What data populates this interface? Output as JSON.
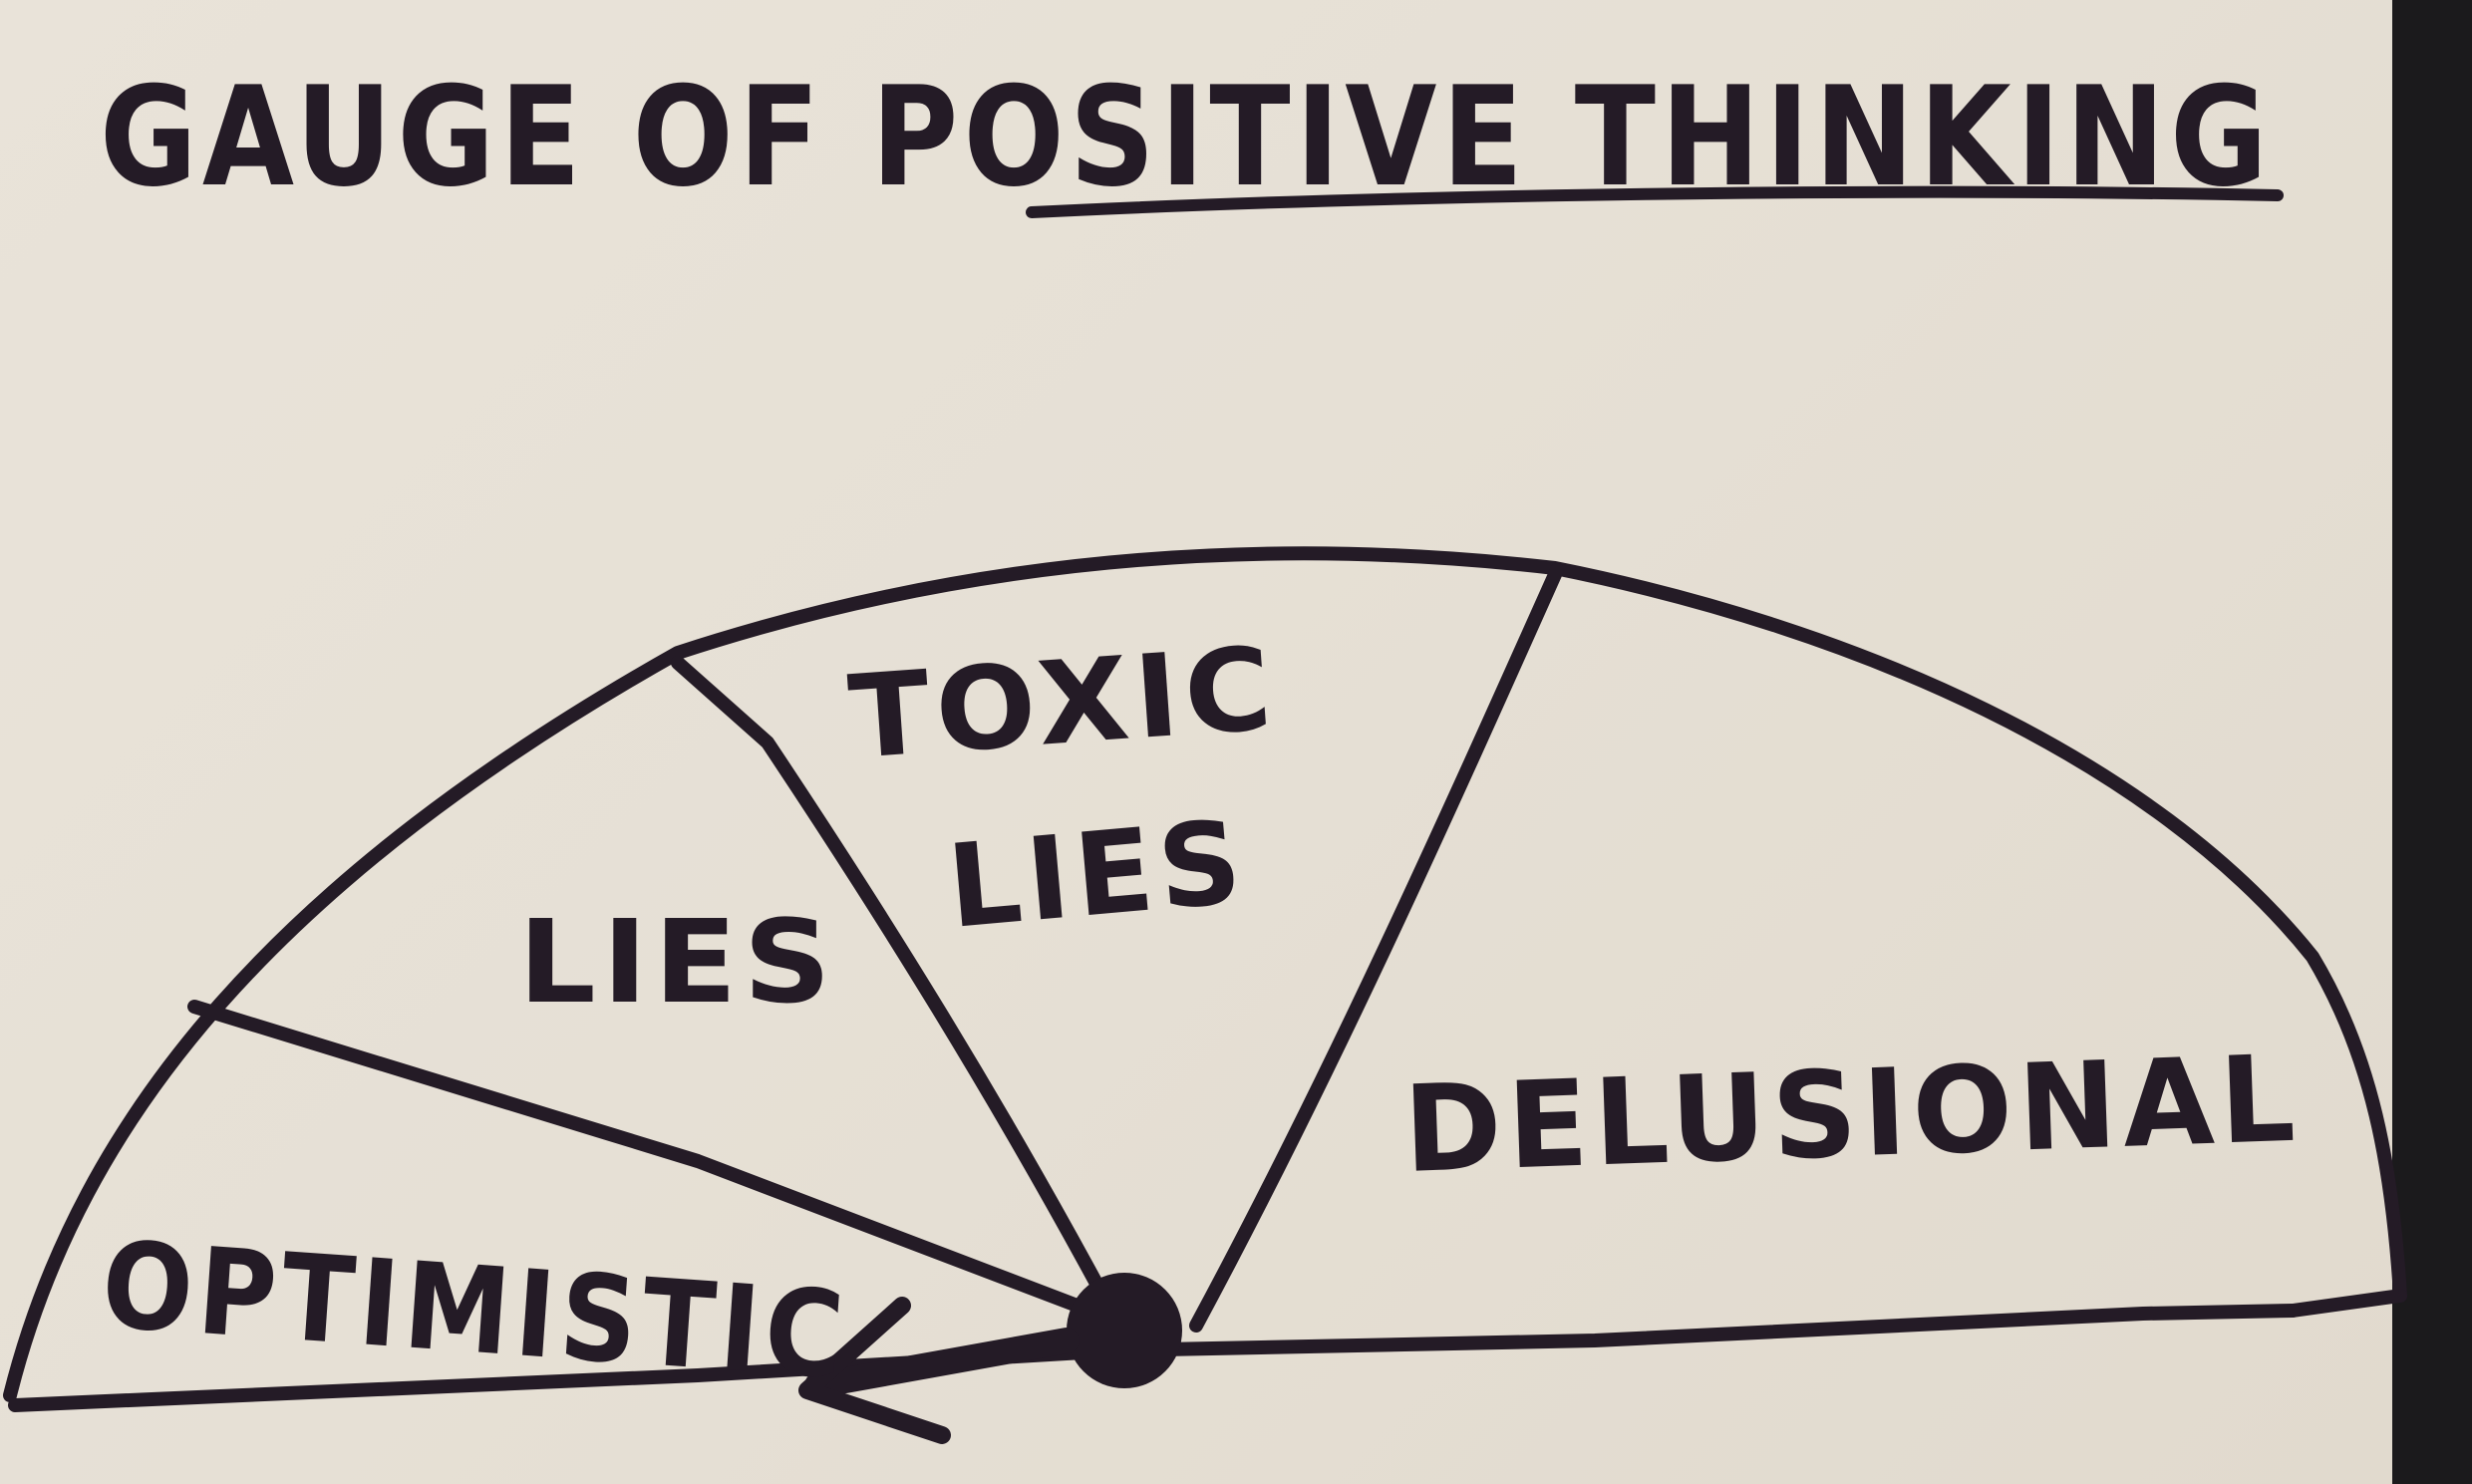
{
  "title": "GAUGE OF POSITIVE THINKING",
  "gauge": {
    "segments": [
      {
        "label_lines": [
          "OPTIMISTIC"
        ]
      },
      {
        "label_lines": [
          "LIES"
        ]
      },
      {
        "label_lines": [
          "TOXIC",
          "LIES"
        ]
      },
      {
        "label_lines": [
          "DELUSIONAL"
        ]
      }
    ],
    "pointer_position": "OPTIMISTIC"
  },
  "colors": {
    "paper": "#e6e0d5",
    "ink": "#241b26",
    "background": "#1b1a1c"
  }
}
